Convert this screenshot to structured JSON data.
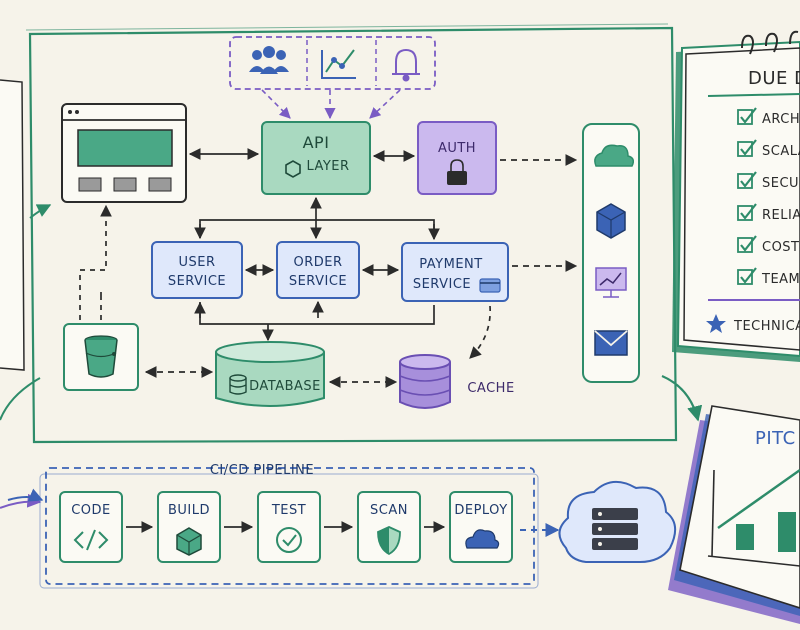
{
  "architecture": {
    "api_layer": {
      "line1": "API",
      "line2": "LAYER"
    },
    "auth": "AUTH",
    "user_service": {
      "line1": "USER",
      "line2": "SERVICE"
    },
    "order_service": {
      "line1": "ORDER",
      "line2": "SERVICE"
    },
    "payment_service": {
      "line1": "PAYMENT",
      "line2": "SERVICE"
    },
    "database": "DATABASE",
    "cache": "CACHE",
    "top_icons": [
      "users-icon",
      "line-chart-icon",
      "bell-icon"
    ],
    "side_icons": [
      "cloud-icon",
      "cube-icon",
      "monitor-chart-icon",
      "mail-icon"
    ]
  },
  "pipeline": {
    "title": "CI/CD PIPELINE",
    "stages": [
      {
        "label": "CODE",
        "icon": "code-icon"
      },
      {
        "label": "BUILD",
        "icon": "box-icon"
      },
      {
        "label": "TEST",
        "icon": "check-circle-icon"
      },
      {
        "label": "SCAN",
        "icon": "shield-icon"
      },
      {
        "label": "DEPLOY",
        "icon": "cloud-icon"
      }
    ]
  },
  "checklist": {
    "title": "DUE D",
    "items": [
      "ARCHI",
      "SCALA",
      "SECUR",
      "RELIABI",
      "COST & ",
      "TEAM &"
    ],
    "footer": "TECHNICAL"
  },
  "pitch": {
    "title": "PITC"
  },
  "colors": {
    "green": "#2e8c6a",
    "blue": "#3b63b5",
    "purple": "#7a5cc4",
    "dark": "#2b2b2b",
    "paper": "#f6f3ea"
  }
}
